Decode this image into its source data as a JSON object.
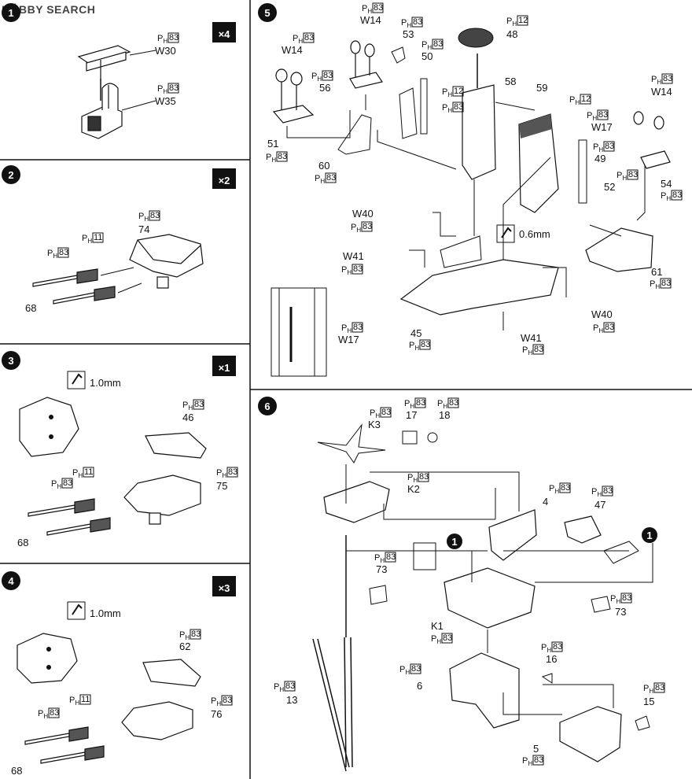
{
  "watermark": "HÓBBY SEARCH",
  "steps": [
    {
      "num": "1",
      "mult": "×4",
      "parts": [
        "W30",
        "W35"
      ]
    },
    {
      "num": "2",
      "mult": "×2",
      "parts": [
        "74",
        "68"
      ]
    },
    {
      "num": "3",
      "mult": "×1",
      "drill": "1.0mm",
      "parts": [
        "46",
        "75",
        "68"
      ]
    },
    {
      "num": "4",
      "mult": "×3",
      "drill": "1.0mm",
      "parts": [
        "62",
        "76",
        "68"
      ]
    },
    {
      "num": "5",
      "drill": "0.6mm",
      "parts": [
        "W14",
        "53",
        "W14",
        "50",
        "48",
        "58",
        "56",
        "59",
        "51",
        "60",
        "49",
        "W17",
        "52",
        "W14",
        "54",
        "W40",
        "W41",
        "61",
        "45",
        "W40",
        "W41",
        "W17"
      ]
    },
    {
      "num": "6",
      "parts": [
        "K3",
        "17",
        "18",
        "K2",
        "4",
        "47",
        "73",
        "K1",
        "73",
        "16",
        "6",
        "13",
        "15",
        "5"
      ]
    }
  ],
  "paint": {
    "p83": "83",
    "p12": "12",
    "p11": "11",
    "prefix": "P",
    "sub": "H"
  },
  "callouts": [
    "1",
    "1"
  ]
}
